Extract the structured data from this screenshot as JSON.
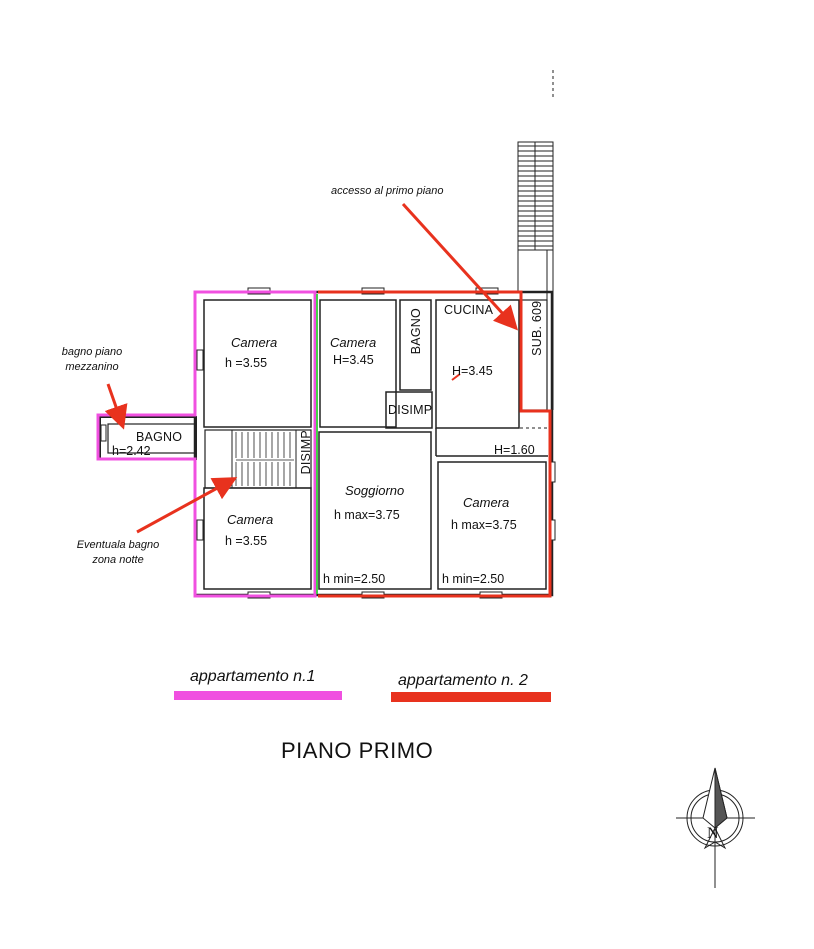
{
  "plan": {
    "rooms": {
      "camera_1": {
        "name": "Camera",
        "height": "h =3.55"
      },
      "camera_2": {
        "name": "Camera",
        "height": "H=3.45"
      },
      "bagno_upper": {
        "name": "BAGNO"
      },
      "cucina": {
        "name": "CUCINA",
        "height": "H=3.45"
      },
      "sub": {
        "name": "SUB. 609"
      },
      "disimp_1": {
        "name": "DISIMP"
      },
      "disimp_2": {
        "name": "DISIMP"
      },
      "h_160": {
        "height": "H=1.60"
      },
      "bagno_mezz": {
        "name": "BAGNO",
        "height": "h=2.42"
      },
      "camera_3": {
        "name": "Camera",
        "height": "h =3.55"
      },
      "soggiorno": {
        "name": "Soggiorno",
        "height_max": "h max=3.75",
        "height_min": "h min=2.50"
      },
      "camera_4": {
        "name": "Camera",
        "height_max": "h max=3.75",
        "height_min": "h min=2.50"
      }
    },
    "annotations": {
      "accesso": "accesso al primo piano",
      "bagno_mezz_line1": "bagno piano",
      "bagno_mezz_line2": "mezzanino",
      "eventuale_line1": "Eventuala bagno",
      "eventuale_line2": "zona notte"
    }
  },
  "legend": {
    "apt1": {
      "label": "appartamento n.1",
      "color": "#f050e0"
    },
    "apt2": {
      "label": "appartamento n. 2",
      "color": "#e8321e"
    }
  },
  "title": "PIANO PRIMO",
  "compass": {
    "label": "N"
  }
}
